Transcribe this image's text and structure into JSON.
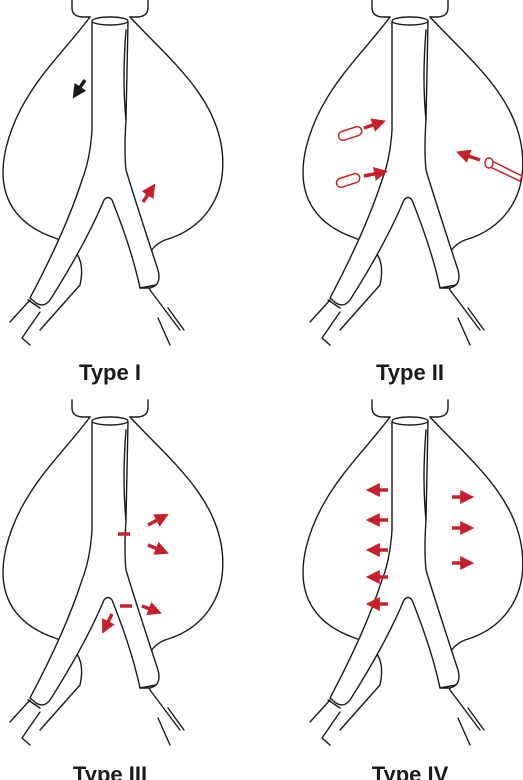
{
  "colors": {
    "outline": "#1a1a1a",
    "leak_arrow": "#c8202a",
    "graft_flow_arrow": "#1a1a1a",
    "background": "#ffffff"
  },
  "panels": [
    {
      "id": "type-1",
      "label": "Type I",
      "arrows": [
        {
          "kind": "graft-flow",
          "color": "#1a1a1a",
          "direction": "down-left"
        },
        {
          "kind": "endoleak",
          "color": "#c8202a",
          "direction": "up-right"
        }
      ]
    },
    {
      "id": "type-2",
      "label": "Type II",
      "arrows": [
        {
          "kind": "branch-vessel-flow",
          "color": "#c8202a",
          "direction": "right",
          "count": 2
        },
        {
          "kind": "branch-vessel-flow",
          "color": "#c8202a",
          "direction": "left",
          "count": 1
        }
      ]
    },
    {
      "id": "type-3",
      "label": "Type III",
      "arrows": [
        {
          "kind": "junction-leak",
          "color": "#c8202a",
          "direction": "outward",
          "count": 4
        }
      ]
    },
    {
      "id": "type-4",
      "label": "Type IV",
      "arrows": [
        {
          "kind": "porosity-leak",
          "color": "#c8202a",
          "direction": "left",
          "count": 5
        },
        {
          "kind": "porosity-leak",
          "color": "#c8202a",
          "direction": "right",
          "count": 3
        }
      ]
    }
  ]
}
